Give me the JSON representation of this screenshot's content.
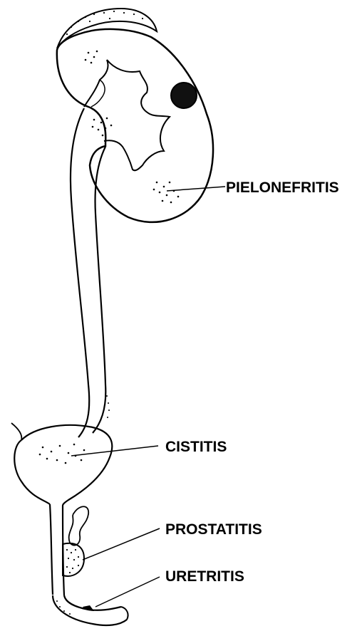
{
  "labels": {
    "pyelonephritis": "PIELONEFRITIS",
    "cystitis": "CISTITIS",
    "prostatitis": "PROSTATITIS",
    "urethritis": "URETRITIS"
  },
  "colors": {
    "ink": "#000000",
    "background": "#ffffff"
  }
}
